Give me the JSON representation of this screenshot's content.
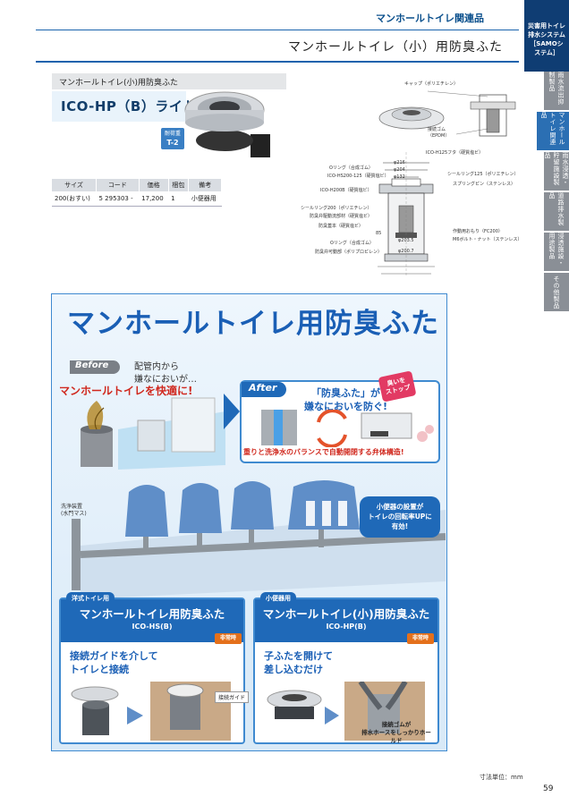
{
  "header": {
    "category": "マンホールトイレ関連品",
    "title": "マンホールトイレ（小）用防臭ふた"
  },
  "side_tabs": {
    "top": "災害用トイレ排水システム［SAMOシステム］",
    "items": [
      "雨水流出抑制製品",
      "マンホールトイレ関連品",
      "雨水浸透・貯留施設製品",
      "道路排水製品",
      "浸透施設・用途製品",
      "その他製品"
    ]
  },
  "product": {
    "section_label": "マンホールトイレ(小)用防臭ふた",
    "name": "ICO-HP（B）ライト",
    "load_label": "耐荷重",
    "load_value": "T-2"
  },
  "spec_table": {
    "headers": [
      "サイズ",
      "コード",
      "価格",
      "梱包",
      "備考"
    ],
    "rows": [
      [
        "200(おすい)",
        "5 295303 -",
        "17,200",
        "1",
        "小便器用"
      ]
    ]
  },
  "drawing_labels": {
    "cap": "キャップ（ポリエチレン）",
    "rubber": "接続ゴム（EPDM）",
    "lid": "ICO-H125フタ（硬質塩ビ）",
    "d216": "φ216",
    "d204": "φ204",
    "d132": "φ132",
    "oring_top": "Oリング（合成ゴム）",
    "hs200": "ICO-HS200-125（硬質塩ビ）",
    "seal125": "シールリング125（ポリエチレン）",
    "spring": "スプリングピン（ステンレス）",
    "h200": "ICO-H200B（硬質塩ビ）",
    "seal200": "シールリング200（ポリエチレン）",
    "valve_body": "防臭弁駆動流部材（硬質塩ビ）",
    "valve_lid": "防臭蓋本（硬質塩ビ）",
    "weight": "作動用おもり（FC200）",
    "d85": "85",
    "oring_bottom": "Oリング（合成ゴム）",
    "d2035": "φ203.5",
    "bolt": "M6ボルト・ナット（ステンレス）",
    "anti_slip": "防臭弁可動部（ポリプロピレン）",
    "d2007": "φ200.7"
  },
  "panel": {
    "title": "マンホールトイレ用防臭ふた",
    "subhead": "マンホールトイレを快適に!",
    "before": {
      "tag": "Before",
      "line1": "配管内から",
      "line2": "嫌なにおいが…"
    },
    "after": {
      "tag": "After",
      "line1": "「防臭ふた」が",
      "line2": "嫌なにおいを防ぐ!",
      "stop1": "臭いを",
      "stop2": "ストップ",
      "balance": "重りと洗浄水のバランスで自動開閉する弁体構造!"
    },
    "device_label_1": "洗浄装置",
    "device_label_2": "(水門マス)",
    "callout_1": "小便器の設置が",
    "callout_2": "トイレの回転率UPに",
    "callout_3": "有効!",
    "card_left": {
      "tag": "洋式トイレ用",
      "title": "マンホールトイレ用防臭ふた",
      "code": "ICO-HS(B)",
      "text1": "接続ガイドを介して",
      "text2": "トイレと接続",
      "emergency": "非常時",
      "guide": "接続ガイド"
    },
    "card_right": {
      "tag": "小便器用",
      "title": "マンホールトイレ(小)用防臭ふた",
      "code": "ICO-HP(B)",
      "text1": "子ふたを開けて",
      "text2": "差し込むだけ",
      "emergency": "非常時",
      "hold1": "接続ゴムが",
      "hold2": "排水ホースをしっかりホールド"
    }
  },
  "footer": {
    "unit": "寸法単位：mm",
    "page": "59"
  },
  "colors": {
    "brand_blue": "#1f69b8",
    "accent_red": "#d0281e",
    "navy": "#0f3d73"
  }
}
